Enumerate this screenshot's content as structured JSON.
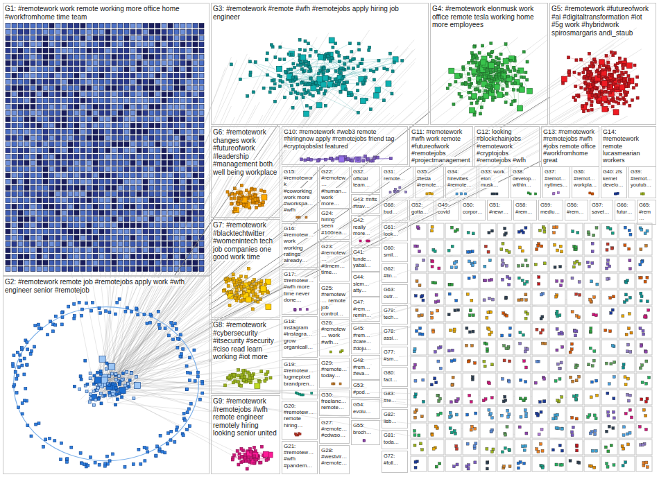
{
  "diagram": {
    "nodes": [
      {
        "text": [
          "G1: #remotework work remote working more office home #workfromhome time team"
        ]
      },
      {
        "text": [
          "G2: #remotework remote job #remotejobs apply work #wfh engineer senior #remotejob"
        ]
      },
      {
        "text": [
          "G3: #remotework #remote #wfh #remotejobs apply hiring job engineer"
        ]
      },
      {
        "text": [
          "G4: #remotework elonmusk work office remote tesla working home more employees"
        ]
      },
      {
        "text": [
          "G5: #remotework #futureofwork #ai #digitaltransformation #iot #5g work #hybridwork spirosmargaris andi_staub"
        ]
      },
      {
        "text": [
          "G6: #remotework changes work #futureofwork #leadership #management both well being workplace"
        ]
      },
      {
        "text": [
          "G7: #remotework #blacktechtwitter #womenintech tech job companies one good work time"
        ]
      },
      {
        "text": [
          "G8: #remotework #cybersecurity #itsecurity #security #ciso read learn working #iot more"
        ]
      },
      {
        "text": [
          "G9: #remotework #remotejobs #wfh remote engineer remotely hiring looking senior united"
        ]
      },
      {
        "text": [
          "G10: #remotework #web3 remote #hiringnow apply #remotejobs friend tag #cryptojobslist featured"
        ]
      },
      {
        "text": [
          "G11: #remotework #wfh work remote #futureofwork #remotejobs #projectmanagement"
        ]
      },
      {
        "text": [
          "G12: looking #blockchainjobs #remotework #cryptojobs #remotejobs #wfh"
        ]
      },
      {
        "text": [
          "G13: #remotework #remotejobs #wfh #jobs remote office #workfromhome great"
        ]
      },
      {
        "text": [
          "G14: #remotework remote lucasmearian workers"
        ]
      },
      {
        "text": [
          "G15: #remotework #coworking work more #workspa… #wfh"
        ]
      },
      {
        "text": [
          "G16: #remotew… work working ratings already…"
        ]
      },
      {
        "text": [
          "G17: #remotew… #wfh more time never done…"
        ]
      },
      {
        "text": [
          "G18: instagram #instagra… grow organicall…"
        ]
      },
      {
        "text": [
          "G19: #remotew… lugmepixel brandpren…"
        ]
      },
      {
        "text": [
          "G20: #remotew… remote hiring…"
        ]
      },
      {
        "text": [
          "G21: #remotew… #wfh #pandem…"
        ]
      },
      {
        "text": [
          "G22: #remotew… #human… work more…"
        ]
      },
      {
        "text": [
          "G24: hiring seen #100rea…"
        ]
      },
      {
        "text": [
          "G23: #remotew… #timem… time…"
        ]
      },
      {
        "text": [
          "G25: #remotew… remote job control…"
        ]
      },
      {
        "text": [
          "G26: #remotew… work #wfh…"
        ]
      },
      {
        "text": [
          "G29: #remote… today…"
        ]
      },
      {
        "text": [
          "G30: freelanc… remote…"
        ]
      },
      {
        "text": [
          "G27: #remote… #cdwso…"
        ]
      },
      {
        "text": [
          "G28: #westvir… #remote…"
        ]
      },
      {
        "text": [
          "G32: official team…"
        ]
      },
      {
        "text": [
          "G43: #nfts #trav…"
        ]
      },
      {
        "text": [
          "G42: really more…"
        ]
      },
      {
        "text": [
          "G41: tunde… yabal…"
        ]
      },
      {
        "text": [
          "G44: siem… atty…"
        ]
      },
      {
        "text": [
          "G47: #rem… remin…"
        ]
      },
      {
        "text": [
          "G45: #rem… #care… #doju…"
        ]
      },
      {
        "text": [
          "G48: #rem… #eva…"
        ]
      },
      {
        "text": [
          "G53: #pod…"
        ]
      },
      {
        "text": [
          "G54: evolu…"
        ]
      },
      {
        "text": [
          "G55: broch…"
        ]
      },
      {
        "text": [
          "G31: remote…"
        ]
      },
      {
        "text": [
          "G35: #tesla #remote…"
        ]
      },
      {
        "text": [
          "G34: hirevibes #remote…"
        ]
      },
      {
        "text": [
          "G33: work elon musk…"
        ]
      },
      {
        "text": [
          "G38: develop… within…"
        ]
      },
      {
        "text": [
          "G37: #remot… nytimes…"
        ]
      },
      {
        "text": [
          "G36: #remot… workpla…"
        ]
      },
      {
        "text": [
          "G40: zfs kernel develo…"
        ]
      },
      {
        "text": [
          "G39: #remot… youtub…"
        ]
      },
      {
        "text": [
          "G52: gotta…"
        ]
      },
      {
        "text": [
          "G49: covid"
        ]
      },
      {
        "text": [
          "G50: corpor…"
        ]
      },
      {
        "text": [
          "G51: #newr…"
        ]
      },
      {
        "text": [
          "G58: #rem…"
        ]
      },
      {
        "text": [
          "G59: mediu…"
        ]
      },
      {
        "text": [
          "G56: #rem…"
        ]
      },
      {
        "text": [
          "G57: savet…"
        ]
      },
      {
        "text": [
          "G66: futur…"
        ]
      },
      {
        "text": [
          "G65: #rem…"
        ]
      },
      {
        "text": [
          "G68: bud…"
        ]
      },
      {
        "text": [
          "G61: look…"
        ]
      },
      {
        "text": [
          "G60: smil…"
        ]
      },
      {
        "text": [
          "G62: #lin…"
        ]
      },
      {
        "text": [
          "G63: outr…"
        ]
      },
      {
        "text": [
          "G79: tech…"
        ]
      },
      {
        "text": [
          "G78: assi…"
        ]
      },
      {
        "text": [
          "G77: #sm…"
        ]
      },
      {
        "text": [
          "G80: fact…"
        ]
      },
      {
        "text": [
          "G83: #re…"
        ]
      },
      {
        "text": [
          "G82: lisb…"
        ]
      },
      {
        "text": [
          "G81: toda…"
        ]
      },
      {
        "text": [
          "G72: #foll…"
        ]
      }
    ],
    "edges": [
      {
        "from": 1,
        "to": 2,
        "arrow": "none"
      },
      {
        "from": 1,
        "to": 3,
        "arrow": "none"
      },
      {
        "from": 1,
        "to": 4,
        "arrow": "none"
      },
      {
        "from": 1,
        "to": 5,
        "arrow": "none"
      },
      {
        "from": 1,
        "to": 6,
        "arrow": "none"
      },
      {
        "from": 1,
        "to": 7,
        "arrow": "none"
      },
      {
        "from": 1,
        "to": 9,
        "arrow": "none"
      },
      {
        "from": 1,
        "to": 10,
        "arrow": "none"
      },
      {
        "from": 1,
        "to": 12,
        "arrow": "none"
      }
    ]
  }
}
